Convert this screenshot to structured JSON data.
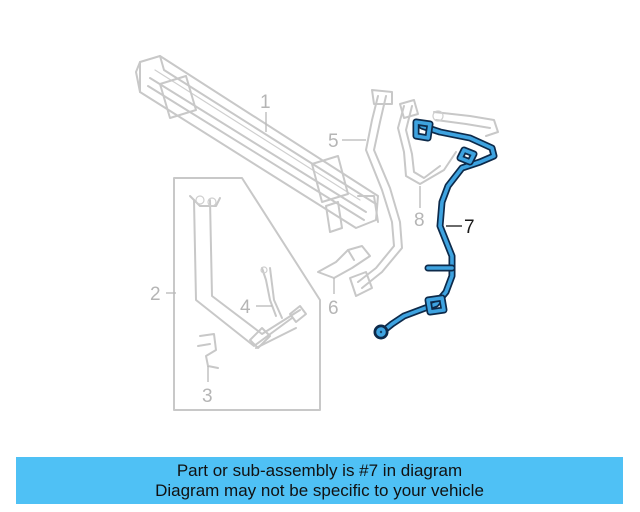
{
  "callouts": [
    {
      "id": "1",
      "label": "1"
    },
    {
      "id": "2",
      "label": "2"
    },
    {
      "id": "3",
      "label": "3"
    },
    {
      "id": "4",
      "label": "4"
    },
    {
      "id": "5",
      "label": "5"
    },
    {
      "id": "6",
      "label": "6"
    },
    {
      "id": "7",
      "label": "7"
    },
    {
      "id": "8",
      "label": "8"
    }
  ],
  "highlighted_part": "7",
  "colors": {
    "highlight_fill": "#3ea3e0",
    "highlight_outline": "#0d2a4a",
    "ghost_lines": "#c8c8c8",
    "banner_background": "#4fc1f5"
  },
  "banner": {
    "line1": "Part or sub-assembly is #7 in diagram",
    "line2": "Diagram may not be specific to your vehicle"
  }
}
